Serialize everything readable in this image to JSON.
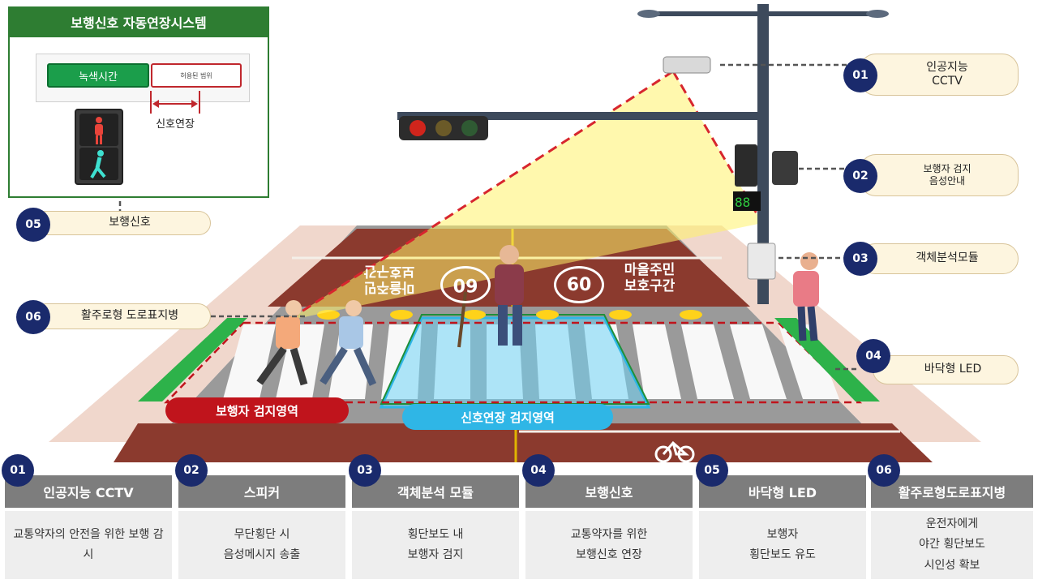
{
  "inset": {
    "title": "보행신호 자동연장시스템",
    "green_time": "녹색시간",
    "allowed_range": "허용된 범위",
    "extension": "신호연장"
  },
  "callouts": [
    {
      "num": "01",
      "label": "인공지능\nCCTV"
    },
    {
      "num": "02",
      "label": "보행자 검지\n음성안내"
    },
    {
      "num": "03",
      "label": "객체분석모듈"
    },
    {
      "num": "04",
      "label": "바닥형 LED"
    },
    {
      "num": "05",
      "label": "보행신호"
    },
    {
      "num": "06",
      "label": "활주로형 도로표지병"
    }
  ],
  "road": {
    "speed_limit_1": "60",
    "speed_limit_2": "60",
    "zone_text_1": "마을주민\n보호구간",
    "zone_text_2": "마을주민\n보호구간"
  },
  "zones": {
    "pedestrian_detect": "보행자 검지영역",
    "signal_ext_detect": "신호연장 검지영역"
  },
  "cards": [
    {
      "num": "01",
      "title": "인공지능 CCTV",
      "desc": "교통약자의 안전을 위한 보행 감시"
    },
    {
      "num": "02",
      "title": "스피커",
      "desc": "무단횡단 시\n음성메시지 송출"
    },
    {
      "num": "03",
      "title": "객체분석 모듈",
      "desc": "횡단보도 내\n보행자 검지"
    },
    {
      "num": "04",
      "title": "보행신호",
      "desc": "교통약자를 위한\n보행신호 연장"
    },
    {
      "num": "05",
      "title": "바닥형 LED",
      "desc": "보행자\n횡단보도 유도"
    },
    {
      "num": "06",
      "title": "활주로형도로표지병",
      "desc": "운전자에게\n야간 횡단보도\n시인성 확보"
    }
  ],
  "colors": {
    "brand_green": "#2e7d32",
    "badge_navy": "#1a2a6c",
    "road_red": "#8b3a2e",
    "detect_red": "#c0141c",
    "detect_cyan": "#2fb6e6"
  }
}
